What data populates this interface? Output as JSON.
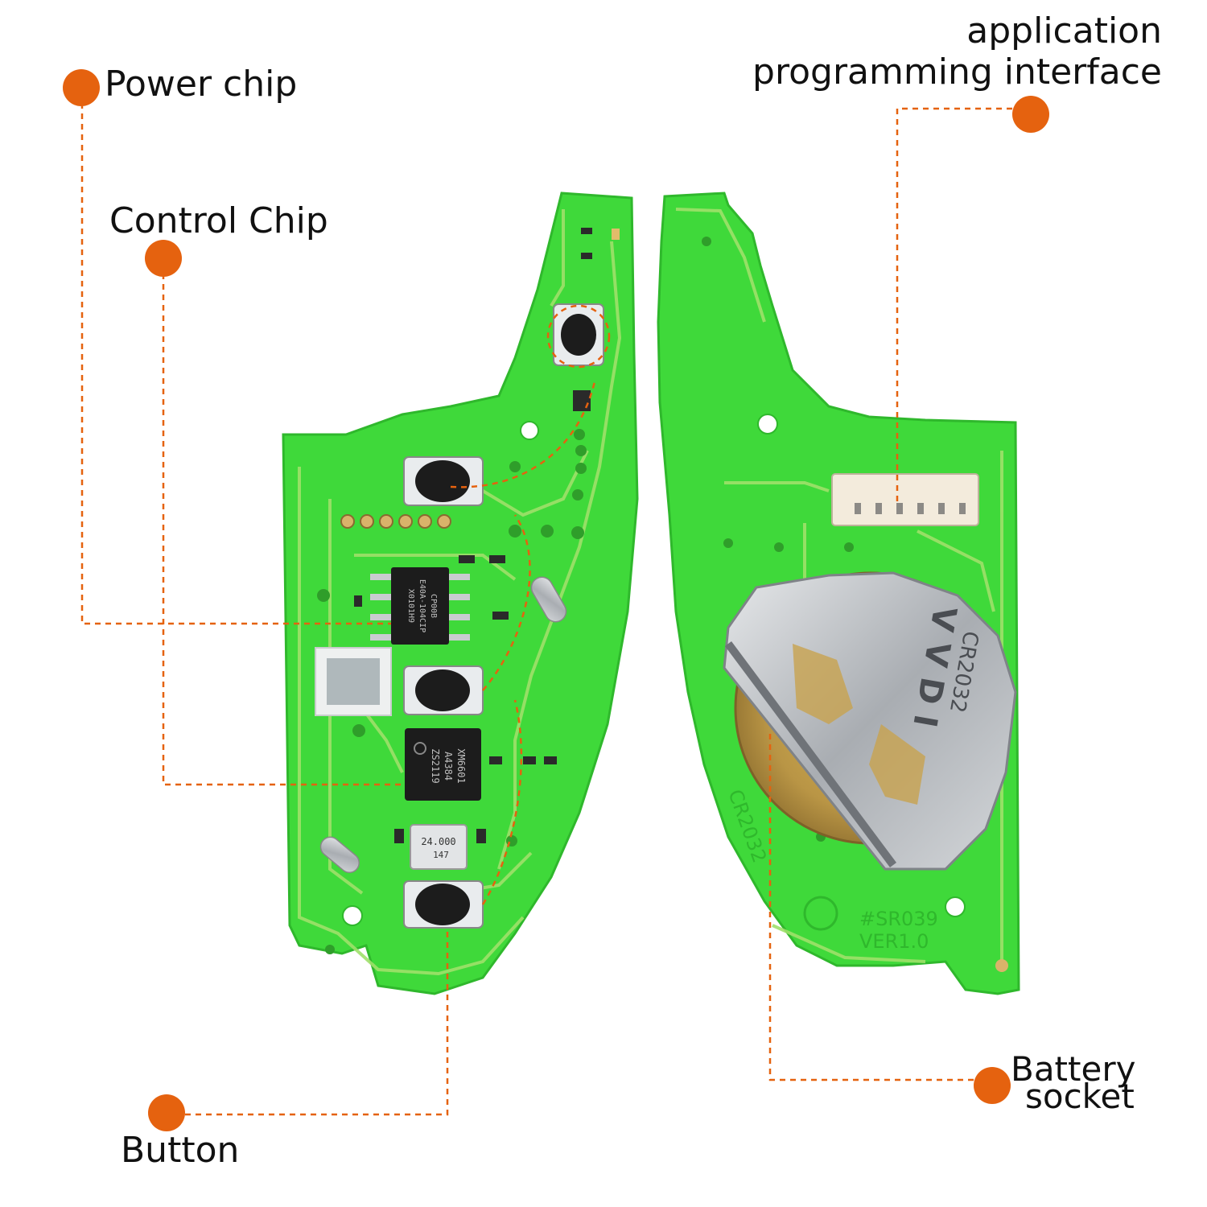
{
  "labels": {
    "power_chip": "Power chip",
    "control_chip": "Control Chip",
    "button": "Button",
    "app_line1": "application",
    "app_line2": "programming interface",
    "battery_line1": "Battery",
    "battery_line2": "socket"
  },
  "board_text": {
    "crystal_line1": "24.000",
    "crystal_line2": "147",
    "chip_control_1": "XM6601",
    "chip_control_2": "A4384",
    "chip_control_3": "ZS2119",
    "chip_power_1": "CP00B",
    "chip_power_2": "E40A-104CIP",
    "chip_power_3": "X0101H9",
    "battery_clip": "CR2032",
    "battery_clip_logo": "V V D I",
    "board_mark": "CR2032",
    "board_model": "#SR039",
    "board_version": "VER1.0"
  },
  "colors": {
    "accent": "#e5620f",
    "pcb": "#3fd93a",
    "pcb_trace": "#9fe06a",
    "pcb_edge": "#2fb82c",
    "metal": "#b8bcc2",
    "chip": "#1c1c1c",
    "text": "#111111"
  }
}
